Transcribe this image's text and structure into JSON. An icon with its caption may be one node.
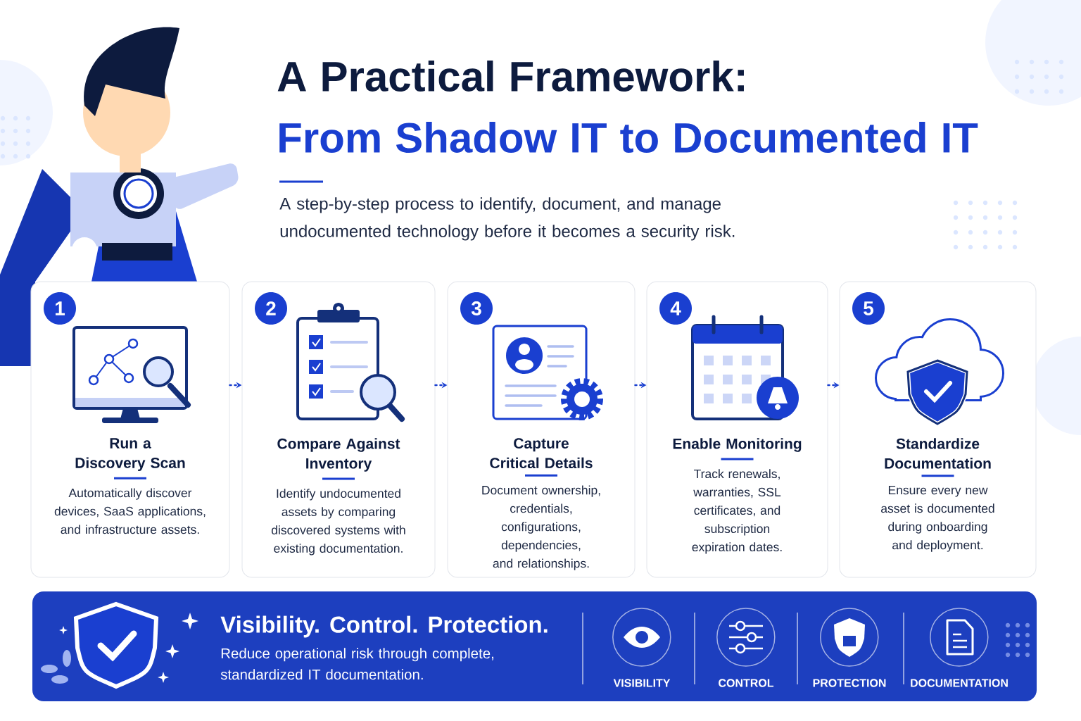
{
  "diagram": {
    "title": "A Practical Framework:",
    "nodes": [
      {
        "text": [
          "1",
          "Run a Discovery Scan",
          "Automatically discover devices, SaaS applications, and infrastructure assets."
        ]
      },
      {
        "text": [
          "2",
          "Compare Against Inventory",
          "Identify undocumented assets by comparing discovered systems with existing documentation."
        ]
      },
      {
        "text": [
          "3",
          "Capture Critical Details",
          "Document ownership, credentials, configurations, dependencies, and relationships."
        ]
      },
      {
        "text": [
          "4",
          "Enable Monitoring",
          "Track renewals, warranties, SSL certificates, and subscription expiration dates."
        ]
      },
      {
        "text": [
          "5",
          "Standardize Documentation",
          "Ensure every new asset is documented during onboarding and deployment."
        ]
      },
      {
        "text": [
          "Visibility. Control. Protection.",
          "Reduce operational risk through complete, standardized IT documentation."
        ]
      },
      {
        "text": [
          "VISIBILITY"
        ],
        "in": 5
      },
      {
        "text": [
          "CONTROL"
        ],
        "in": 5
      },
      {
        "text": [
          "PROTECTION"
        ],
        "in": 5
      },
      {
        "text": [
          "DOCUMENTATION"
        ],
        "in": 5
      }
    ],
    "edges": [
      {
        "from": 0,
        "to": 1,
        "arrow": "to"
      },
      {
        "from": 1,
        "to": 2,
        "arrow": "to"
      },
      {
        "from": 2,
        "to": 3,
        "arrow": "to"
      },
      {
        "from": 3,
        "to": 4,
        "arrow": "to"
      }
    ],
    "labels": [
      "From Shadow IT to Documented IT",
      "A step-by-step process to identify, document, and manage undocumented technology before it becomes a security risk."
    ]
  }
}
